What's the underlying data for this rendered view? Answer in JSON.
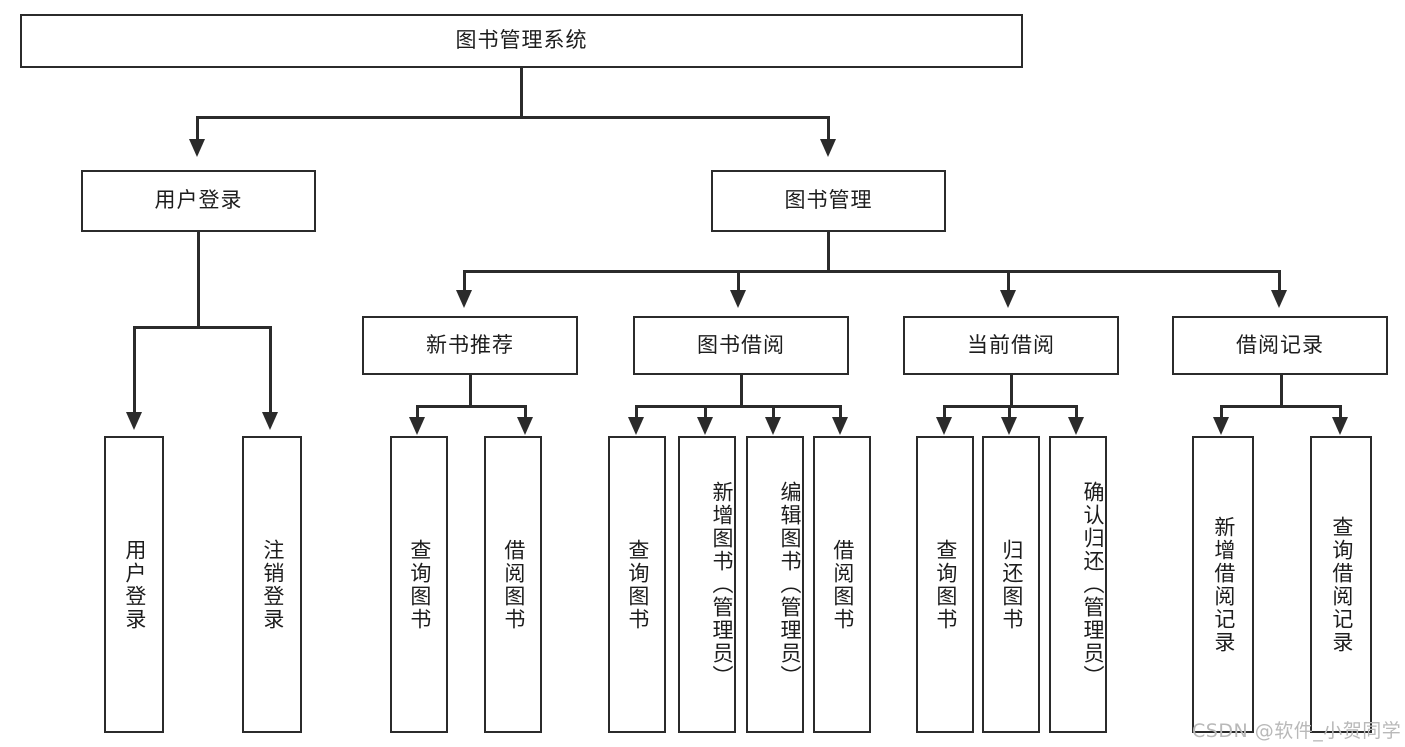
{
  "diagram": {
    "type": "tree",
    "title": "图书管理系统",
    "root": {
      "id": "root",
      "label": "图书管理系统"
    },
    "level2": [
      {
        "id": "user-login",
        "label": "用户登录"
      },
      {
        "id": "book-manage",
        "label": "图书管理"
      }
    ],
    "level3": [
      {
        "id": "new-book-recommend",
        "label": "新书推荐",
        "parent": "book-manage"
      },
      {
        "id": "book-borrow",
        "label": "图书借阅",
        "parent": "book-manage"
      },
      {
        "id": "current-borrow",
        "label": "当前借阅",
        "parent": "book-manage"
      },
      {
        "id": "borrow-record",
        "label": "借阅记录",
        "parent": "book-manage"
      }
    ],
    "leaves": [
      {
        "id": "leaf-user-login",
        "label": "用户登录",
        "parent": "user-login"
      },
      {
        "id": "leaf-logout-login",
        "label": "注销登录",
        "parent": "user-login"
      },
      {
        "id": "leaf-query-book-1",
        "label": "查询图书",
        "parent": "new-book-recommend"
      },
      {
        "id": "leaf-borrow-book-1",
        "label": "借阅图书",
        "parent": "new-book-recommend"
      },
      {
        "id": "leaf-query-book-2",
        "label": "查询图书",
        "parent": "book-borrow"
      },
      {
        "id": "leaf-add-book",
        "label": "新增图书（管理员）",
        "parent": "book-borrow"
      },
      {
        "id": "leaf-edit-book",
        "label": "编辑图书（管理员）",
        "parent": "book-borrow"
      },
      {
        "id": "leaf-borrow-book-2",
        "label": "借阅图书",
        "parent": "book-borrow"
      },
      {
        "id": "leaf-query-book-3",
        "label": "查询图书",
        "parent": "current-borrow"
      },
      {
        "id": "leaf-return-book",
        "label": "归还图书",
        "parent": "current-borrow"
      },
      {
        "id": "leaf-confirm-return",
        "label": "确认归还（管理员）",
        "parent": "current-borrow"
      },
      {
        "id": "leaf-add-record",
        "label": "新增借阅记录",
        "parent": "borrow-record"
      },
      {
        "id": "leaf-query-record",
        "label": "查询借阅记录",
        "parent": "borrow-record"
      }
    ],
    "colors": {
      "border": "#2b2b2b",
      "background": "#ffffff",
      "text": "#1d1d1d",
      "watermark": "#b9b9b9"
    }
  },
  "watermark": {
    "text": "CSDN @软件_小贺同学"
  }
}
